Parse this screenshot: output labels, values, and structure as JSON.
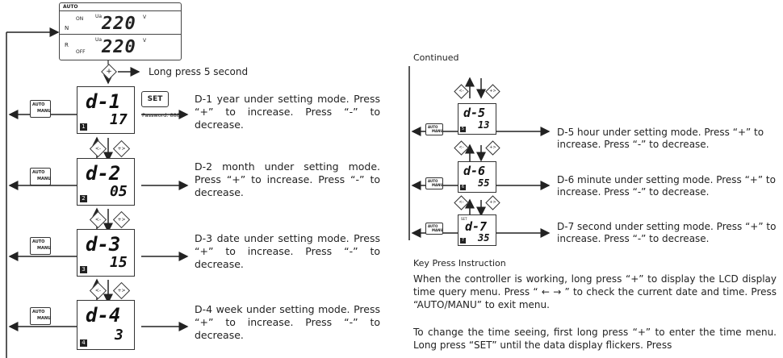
{
  "top_lcd": {
    "header": "AUTO",
    "row1_label_n": "N",
    "row1_label_on": "ON",
    "row1_unit_small": "Ua",
    "row1_value": "220",
    "row1_suffix": "V",
    "row2_label_r": "R",
    "row2_label_off": "OFF",
    "row2_unit_small": "Ua",
    "row2_value": "220",
    "row2_suffix": "V"
  },
  "plus_button": "+",
  "long_press_text": "Long press 5 second",
  "set_button": "SET",
  "password_text": "Password: 888",
  "auto_manu_label": "AUTO/MANU",
  "left_steps": [
    {
      "code": "d-1",
      "value": "17",
      "index": "1",
      "desc": "D-1 year under setting mode. Press “+” to increase. Press “-” to decrease."
    },
    {
      "code": "d-2",
      "value": "05",
      "index": "2",
      "desc": "D-2 month under setting mode. Press “+” to increase. Press “-” to decrease."
    },
    {
      "code": "d-3",
      "value": "15",
      "index": "3",
      "desc": "D-3 date under setting mode. Press “+” to increase. Press “-” to decrease."
    },
    {
      "code": "d-4",
      "value": "3",
      "index": "4",
      "desc": "D-4 week under setting mode. Press “+” to increase. Press “-” to decrease."
    }
  ],
  "continued_label": "Continued",
  "right_steps": [
    {
      "code": "d-5",
      "value": "13",
      "index": "5",
      "desc": "D-5 hour under setting mode. Press “+” to increase. Press “-” to decrease."
    },
    {
      "code": "d-6",
      "value": "55",
      "index": "6",
      "desc": "D-6 minute under setting mode. Press “+” to increase. Press “-” to decrease."
    },
    {
      "code": "d-7",
      "value": "35",
      "index": "7",
      "set_small": "SET",
      "desc": "D-7 second under setting mode. Press “+” to increase. Press “-” to decrease."
    }
  ],
  "instruction": {
    "title": "Key Press Instruction",
    "para1": "When the controller is working, long press “+” to display the LCD display time query menu. Press “ ← → ” to check the current date and time. Press “AUTO/MANU” to exit menu.",
    "para2": "To change the time seeing, first long press “+” to enter the time menu. Long press “SET” until the data display flickers. Press"
  }
}
